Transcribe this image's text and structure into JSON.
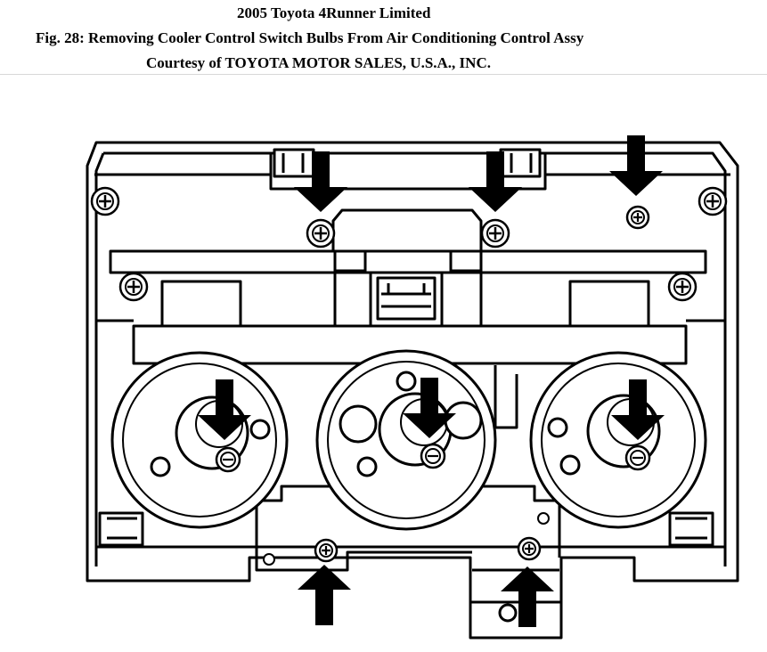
{
  "header": {
    "title": "2005 Toyota 4Runner Limited",
    "figure_caption": "Fig. 28: Removing Cooler Control Switch Bulbs From Air Conditioning Control Assy",
    "courtesy": "Courtesy of TOYOTA MOTOR SALES, U.S.A., INC."
  },
  "diagram": {
    "stroke_color": "#000000",
    "fill_color": "#ffffff",
    "arrow_color": "#000000"
  }
}
